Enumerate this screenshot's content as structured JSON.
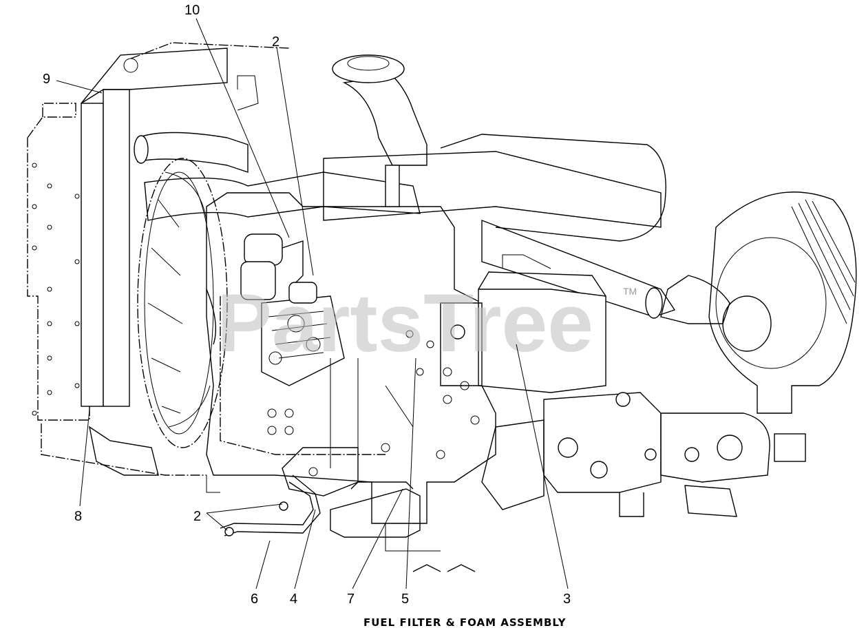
{
  "diagram": {
    "caption": "FUEL FILTER & FOAM ASSEMBLY",
    "watermark": "PartsTree",
    "trademark": "TM",
    "callouts": [
      "10",
      "2",
      "9",
      "8",
      "2",
      "6",
      "4",
      "7",
      "5",
      "3"
    ]
  }
}
